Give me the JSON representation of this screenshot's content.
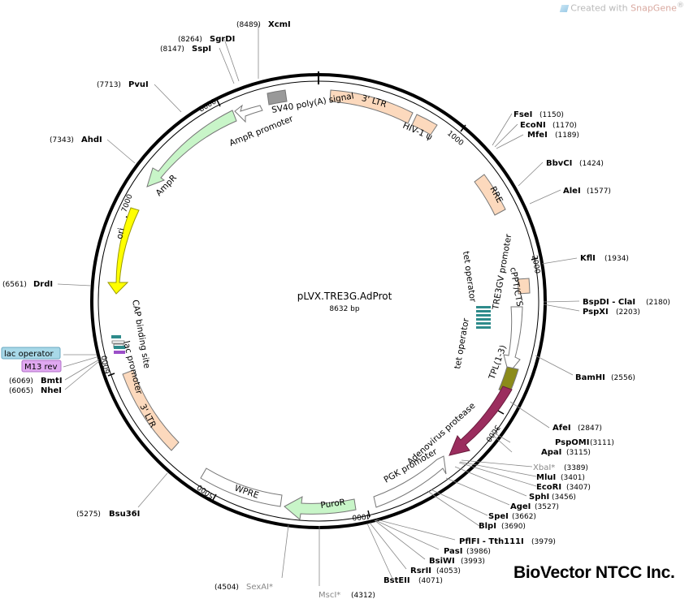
{
  "header": {
    "prefix": "Created with",
    "brand": "SnapGene",
    "reg": "®"
  },
  "brand_text": "BioVector NTCC Inc.",
  "plasmid": {
    "name": "pLVX.TRE3G.AdProt",
    "size_text": "8632 bp",
    "length": 8632
  },
  "ticks": [
    "1000",
    "2000",
    "3000",
    "4000",
    "5000",
    "6000",
    "7000",
    "8000"
  ],
  "features": [
    {
      "label": "3' LTR",
      "color": "#fcd9bd"
    },
    {
      "label": "HIV-1 ψ",
      "color": "#fcd9bd"
    },
    {
      "label": "RRE",
      "color": "#fcd9bd"
    },
    {
      "label": "cPPT/CTS",
      "color": "#fcd9bd"
    },
    {
      "label": "TRE3GV promoter",
      "color": "#ffffff"
    },
    {
      "label": "tet operator",
      "color": "#2e8b8b"
    },
    {
      "label": "tet operator",
      "color": "#2e8b8b"
    },
    {
      "label": "TPL(1-3)",
      "color": "#8b8b1a"
    },
    {
      "label": "Adenovirus protease",
      "color": "#9b2d5e"
    },
    {
      "label": "PGK promoter",
      "color": "#ffffff"
    },
    {
      "label": "PuroR",
      "color": "#c8f5c8"
    },
    {
      "label": "WPRE",
      "color": "#ffffff"
    },
    {
      "label": "3' LTR",
      "color": "#fcd9bd"
    },
    {
      "label": "lac promoter",
      "color": "#ffffff"
    },
    {
      "label": "CAP binding site",
      "color": "#2e8b8b"
    },
    {
      "label": "ori",
      "color": "#ffff00"
    },
    {
      "label": "AmpR",
      "color": "#c8f5c8"
    },
    {
      "label": "AmpR promoter",
      "color": "#ffffff"
    },
    {
      "label": "SV40 poly(A) signal",
      "color": "#999999"
    }
  ],
  "sites": [
    {
      "name": "XcmI",
      "pos": "(8489)"
    },
    {
      "name": "SgrDI",
      "pos": "(8264)"
    },
    {
      "name": "SspI",
      "pos": "(8147)"
    },
    {
      "name": "PvuI",
      "pos": "(7713)"
    },
    {
      "name": "AhdI",
      "pos": "(7343)"
    },
    {
      "name": "DrdI",
      "pos": "(6561)"
    },
    {
      "name": "BmtI",
      "pos": "(6069)"
    },
    {
      "name": "NheI",
      "pos": "(6065)"
    },
    {
      "name": "Bsu36I",
      "pos": "(5275)"
    },
    {
      "name": "SexAI*",
      "pos": "(4504)"
    },
    {
      "name": "MscI*",
      "pos": "(4312)"
    },
    {
      "name": "FseI",
      "pos": "(1150)"
    },
    {
      "name": "EcoNI",
      "pos": "(1170)"
    },
    {
      "name": "MfeI",
      "pos": "(1189)"
    },
    {
      "name": "BbvCI",
      "pos": "(1424)"
    },
    {
      "name": "AleI",
      "pos": "(1577)"
    },
    {
      "name": "KflI",
      "pos": "(1934)"
    },
    {
      "name": "BspDI - ClaI",
      "pos": "(2180)"
    },
    {
      "name": "PspXI",
      "pos": "(2203)"
    },
    {
      "name": "BamHI",
      "pos": "(2556)"
    },
    {
      "name": "AfeI",
      "pos": "(2847)"
    },
    {
      "name": "PspOMI",
      "pos": "(3111)"
    },
    {
      "name": "ApaI",
      "pos": "(3115)"
    },
    {
      "name": "XbaI*",
      "pos": "(3389)"
    },
    {
      "name": "MluI",
      "pos": "(3401)"
    },
    {
      "name": "EcoRI",
      "pos": "(3407)"
    },
    {
      "name": "SphI",
      "pos": "(3456)"
    },
    {
      "name": "AgeI",
      "pos": "(3527)"
    },
    {
      "name": "SpeI",
      "pos": "(3662)"
    },
    {
      "name": "BlpI",
      "pos": "(3690)"
    },
    {
      "name": "PflFI - Tth111I",
      "pos": "(3979)"
    },
    {
      "name": "PasI",
      "pos": "(3986)"
    },
    {
      "name": "BsiWI",
      "pos": "(3993)"
    },
    {
      "name": "RsrII",
      "pos": "(4053)"
    },
    {
      "name": "BstEII",
      "pos": "(4071)"
    }
  ],
  "primers": [
    {
      "label": "lac operator",
      "color": "#a8d8e8"
    },
    {
      "label": "M13 rev",
      "color": "#e0a8f0"
    }
  ]
}
